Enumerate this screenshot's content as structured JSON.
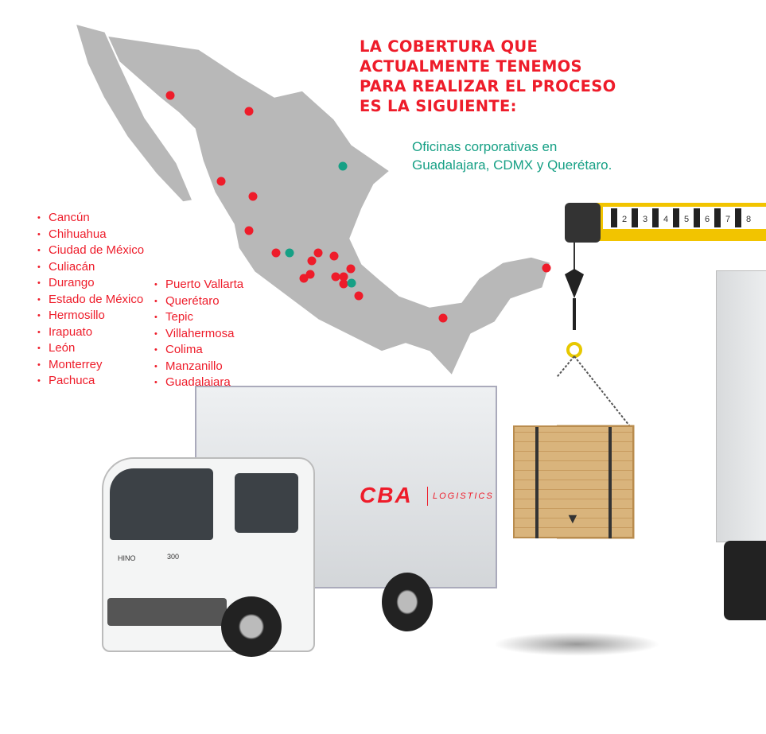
{
  "headline": [
    "LA COBERTURA QUE",
    "ACTUALMENTE TENEMOS",
    "PARA REALIZAR EL PROCESO",
    "ES LA SIGUIENTE:"
  ],
  "offices": [
    "Oficinas corporativas en",
    "Guadalajara, CDMX y Querétaro."
  ],
  "cities_col1": [
    "Cancún",
    "Chihuahua",
    "Ciudad de México",
    "Culiacán",
    "Durango",
    "Estado de México",
    "Hermosillo",
    "Irapuato",
    "León",
    "Monterrey",
    "Pachuca"
  ],
  "cities_col2": [
    "Puerto Vallarta",
    "Querétaro",
    "Tepic",
    "Villahermosa",
    "Colima",
    "Manzanillo",
    "Guadalajara"
  ],
  "truck": {
    "brand": "CBA",
    "brand_sub": "LOGISTICS",
    "model": "300",
    "maker": "HINO"
  },
  "ruler_numbers": [
    "2",
    "3",
    "4",
    "5",
    "6",
    "7",
    "8"
  ],
  "colors": {
    "red": "#ee1c2a",
    "teal": "#16a085",
    "map": "#b8b8b8"
  }
}
